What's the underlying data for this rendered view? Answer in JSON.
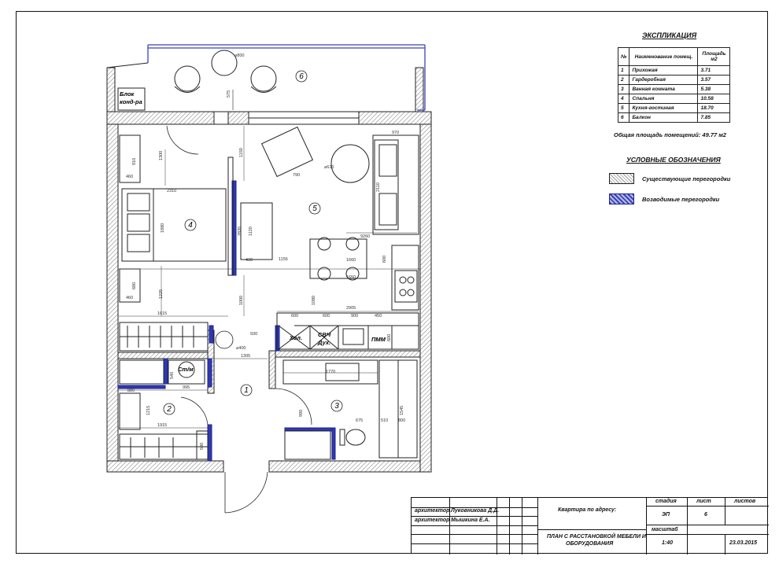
{
  "explication": {
    "title": "ЭКСПЛИКАЦИЯ",
    "headers": [
      "№",
      "Наименование помещ.",
      "Площадь м2"
    ],
    "rows": [
      {
        "n": "1",
        "name": "Прихожая",
        "area": "3.71"
      },
      {
        "n": "2",
        "name": "Гардеробная",
        "area": "3.57"
      },
      {
        "n": "3",
        "name": "Ванная комната",
        "area": "5.38"
      },
      {
        "n": "4",
        "name": "Спальня",
        "area": "10.58"
      },
      {
        "n": "5",
        "name": "Кухня-гостиная",
        "area": "18.70"
      },
      {
        "n": "6",
        "name": "Балкон",
        "area": "7.85"
      }
    ],
    "total": "Общая площадь помещений: 49.77 м2"
  },
  "legend": {
    "title": "УСЛОВНЫЕ ОБОЗНАЧЕНИЯ",
    "existing": "Существующие перегородки",
    "new": "Возводимые перегородки",
    "existing_color": "#999999",
    "new_color": "#2f38b0"
  },
  "plan": {
    "rooms": [
      "1",
      "2",
      "3",
      "4",
      "5",
      "6"
    ],
    "labels": {
      "block": "Блок",
      "block2": "конд-ра",
      "fridge": "Хол.",
      "micro": "СВЧ",
      "oven": "Дух.",
      "dishwasher": "ПММ",
      "washer": "Ст/м"
    },
    "dims": {
      "d800": "⌀800",
      "d575": "575",
      "d1150": "1150",
      "d790": "790",
      "d610": "⌀610",
      "d970": "970",
      "d910": "910",
      "d1300": "1300",
      "d460a": "460",
      "d2310": "2310",
      "d1880": "1880",
      "d2835": "2835",
      "d1120": "1120",
      "d2110": "2110",
      "d430": "430",
      "d1155": "1155",
      "d1660": "1660",
      "d9260": "9260",
      "d600a": "600",
      "d1650": "1650",
      "d680": "680",
      "d460b": "460",
      "d1225": "1225",
      "d1000": "1000",
      "d1080": "1080",
      "d1615": "1615",
      "d2905": "2905",
      "d600b": "600",
      "d600c": "600",
      "d900": "900",
      "d450": "450",
      "d930": "930",
      "d400": "⌀400",
      "d1305": "1305",
      "d540": "540",
      "d995": "995",
      "d880": "880",
      "d1215": "1215",
      "d1915": "1915",
      "d1770": "1770",
      "d990": "990",
      "d1545": "1545",
      "d675": "675",
      "d510": "510",
      "d800b": "800",
      "d600d": "600",
      "d500": "500"
    }
  },
  "title_block": {
    "role1": "архитектор",
    "name1": "Луковникова Д.Д.",
    "role2": "архитектор",
    "name2": "Мышкина Е.А.",
    "address_label": "Квартира по адресу:",
    "h_stage": "стадия",
    "h_sheet": "лист",
    "h_sheets": "листов",
    "stage": "ЭП",
    "sheet": "6",
    "scale_label": "масштаб",
    "scale": "1:40",
    "title_line1": "ПЛАН С РАССТАНОВКОЙ МЕБЕЛИ И",
    "title_line2": "ОБОРУДОВАНИЯ",
    "date": "23.03.2015"
  }
}
